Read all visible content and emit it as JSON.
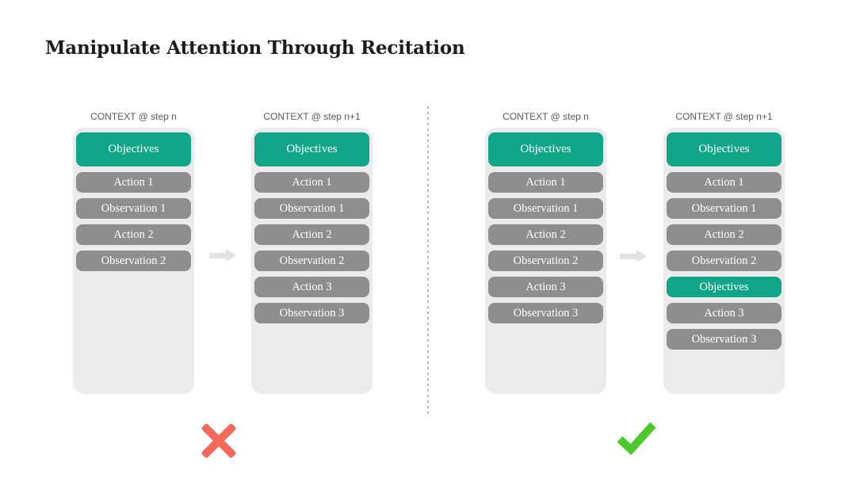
{
  "slide": {
    "title": "Manipulate Attention Through Recitation"
  },
  "panels": [
    {
      "header": "CONTEXT @ step n",
      "items": [
        {
          "label": "Objectives",
          "type": "objective"
        },
        {
          "label": "Action 1",
          "type": "step"
        },
        {
          "label": "Observation 1",
          "type": "step"
        },
        {
          "label": "Action 2",
          "type": "step"
        },
        {
          "label": "Observation 2",
          "type": "step"
        }
      ]
    },
    {
      "header": "CONTEXT @ step n+1",
      "items": [
        {
          "label": "Objectives",
          "type": "objective"
        },
        {
          "label": "Action 1",
          "type": "step"
        },
        {
          "label": "Observation 1",
          "type": "step"
        },
        {
          "label": "Action 2",
          "type": "step"
        },
        {
          "label": "Observation 2",
          "type": "step"
        },
        {
          "label": "Action 3",
          "type": "step"
        },
        {
          "label": "Observation 3",
          "type": "step"
        }
      ]
    },
    {
      "header": "CONTEXT @ step n",
      "items": [
        {
          "label": "Objectives",
          "type": "objective"
        },
        {
          "label": "Action 1",
          "type": "step"
        },
        {
          "label": "Observation 1",
          "type": "step"
        },
        {
          "label": "Action 2",
          "type": "step"
        },
        {
          "label": "Observation 2",
          "type": "step"
        },
        {
          "label": "Action 3",
          "type": "step"
        },
        {
          "label": "Observation 3",
          "type": "step"
        }
      ]
    },
    {
      "header": "CONTEXT @ step n+1",
      "items": [
        {
          "label": "Objectives",
          "type": "objective"
        },
        {
          "label": "Action 1",
          "type": "step"
        },
        {
          "label": "Observation 1",
          "type": "step"
        },
        {
          "label": "Action 2",
          "type": "step"
        },
        {
          "label": "Observation 2",
          "type": "step"
        },
        {
          "label": "Objectives",
          "type": "objective"
        },
        {
          "label": "Action 3",
          "type": "step"
        },
        {
          "label": "Observation 3",
          "type": "step"
        }
      ]
    }
  ],
  "verdicts": {
    "left_icon": "cross-icon",
    "right_icon": "check-icon"
  },
  "colors": {
    "objective_green": "#11a68a",
    "step_gray": "#8e8e8e",
    "panel_gray": "#ebebeb",
    "header_text": "#5a5a5a",
    "title_text": "#1c1c1c",
    "cross_red": "#f4695c",
    "check_green": "#4cc72e",
    "arrow_gray": "#e2e2e2",
    "divider_gray": "#b8b8b8"
  }
}
